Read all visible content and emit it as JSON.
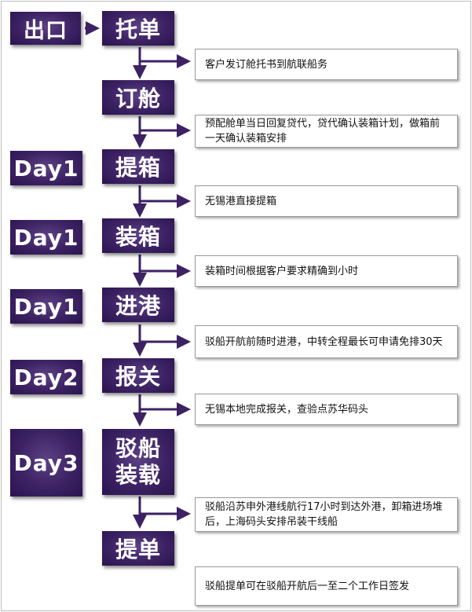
{
  "steps": [
    {
      "label": "托单"
    },
    {
      "label": "订舱"
    },
    {
      "label": "提箱"
    },
    {
      "label": "装箱"
    },
    {
      "label": "进港"
    },
    {
      "label": "报关"
    },
    {
      "label_line1": "驳船",
      "label_line2": "装载"
    },
    {
      "label": "提单"
    }
  ],
  "start_label": "出口",
  "days": [
    "Day1",
    "Day1",
    "Day1",
    "Day2",
    "Day3"
  ],
  "notes": [
    "客户发订舱托书到航联船务",
    "预配舱单当日回复贷代，贷代确认装箱计划，做箱前一天确认装箱安排",
    "无锡港直接提箱",
    "装箱时间根据客户要求精确到小时",
    "驳船开航前随时进港，中转全程最长可申请免排30天",
    "无锡本地完成报关，查验点苏华码头",
    "驳船沿苏申外港线航行17小时到达外港，卸箱进场堆后，上海码头安排吊装干线船",
    "驳船提单可在驳船开航后一至二个工作日签发"
  ],
  "colors": {
    "box": "#3c2263",
    "arrow": "#3c2263"
  }
}
